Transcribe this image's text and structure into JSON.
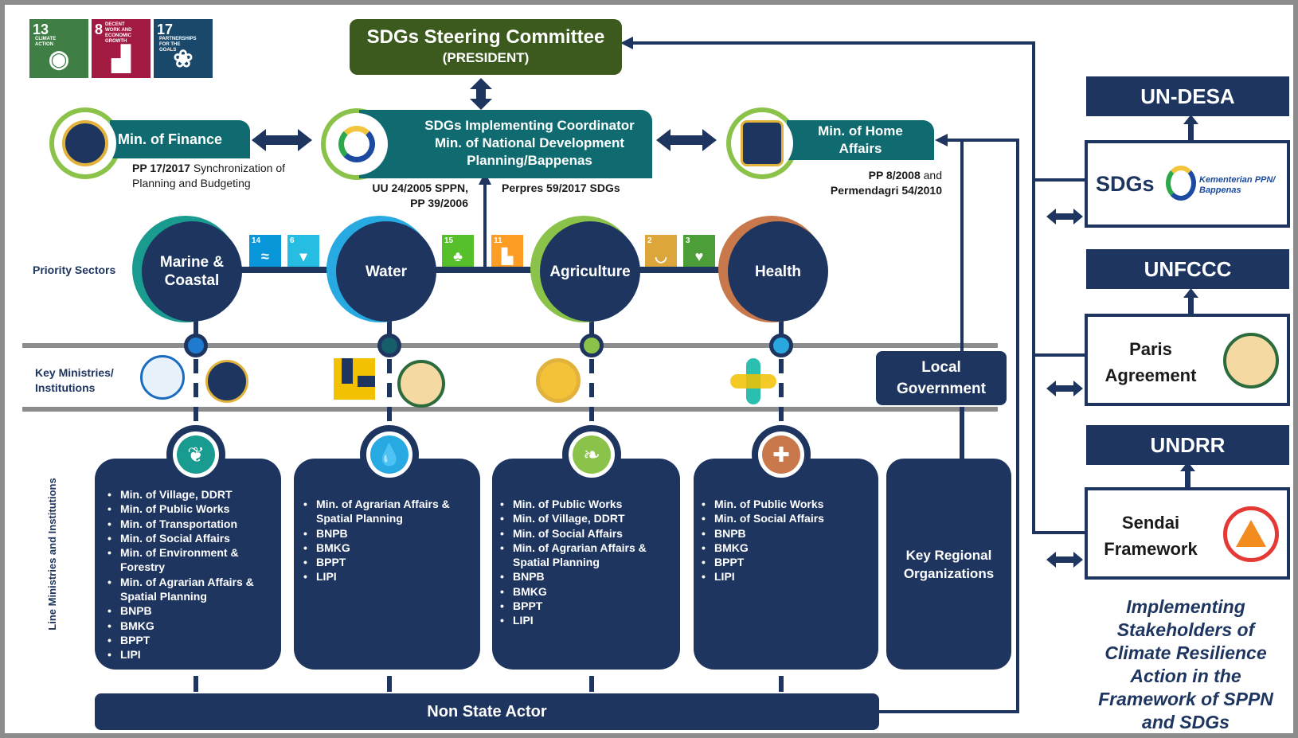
{
  "sdg_tiles": [
    {
      "num": "13",
      "title": "CLIMATE ACTION",
      "color": "#3f7e44",
      "icon": "eye-globe-icon"
    },
    {
      "num": "8",
      "title": "DECENT WORK AND ECONOMIC GROWTH",
      "color": "#a21942",
      "icon": "growth-chart-icon"
    },
    {
      "num": "17",
      "title": "PARTNERSHIPS FOR THE GOALS",
      "color": "#19486a",
      "icon": "flower-rings-icon"
    }
  ],
  "steering": {
    "title": "SDGs Steering Committee",
    "subtitle": "(PRESIDENT)",
    "color": "#3d5a1e"
  },
  "coordinator": {
    "line1": "SDGs Implementing Coordinator",
    "line2": "Min. of National Development",
    "line3": "Planning/Bappenas"
  },
  "finance": {
    "label": "Min. of Finance",
    "ref_bold": "PP 17/2017",
    "ref_rest": "Synchronization of",
    "ref_line2": "Planning and Budgeting"
  },
  "home": {
    "line1": "Min. of Home",
    "line2": "Affairs",
    "ref_bold": "PP 8/2008",
    "ref_rest": "and",
    "ref_line2": "Permendagri 54/2010"
  },
  "laws": {
    "uu_line1": "UU 24/2005 SPPN,",
    "uu_line2": "PP 39/2006",
    "perpres": "Perpres 59/2017 SDGs"
  },
  "labels": {
    "priority": "Priority Sectors",
    "key_line1": "Key Ministries/",
    "key_line2": "Institutions",
    "line_ministries": "Line Ministries and Institutions"
  },
  "sectors": [
    {
      "line1": "Marine &",
      "line2": "Coastal",
      "ring": "#1a9b8f",
      "dot": "#1f7bd0"
    },
    {
      "line1": "Water",
      "line2": "",
      "ring": "#27aae1",
      "dot": "#155e6a"
    },
    {
      "line1": "Agriculture",
      "line2": "",
      "ring": "#8bc34a",
      "dot": "#8bc34a"
    },
    {
      "line1": "Health",
      "line2": "",
      "ring": "#c8784a",
      "dot": "#29a8e0"
    }
  ],
  "mini_sdgs": [
    {
      "num": "14",
      "color": "#0a97d9",
      "icon": "fish-icon"
    },
    {
      "num": "6",
      "color": "#26bde2",
      "icon": "water-drop-icon"
    },
    {
      "num": "15",
      "color": "#56c02b",
      "icon": "tree-icon"
    },
    {
      "num": "11",
      "color": "#fd9d24",
      "icon": "city-icon"
    },
    {
      "num": "2",
      "color": "#dda63a",
      "icon": "bowl-icon"
    },
    {
      "num": "3",
      "color": "#4c9f38",
      "icon": "heartbeat-icon"
    }
  ],
  "local_gov": {
    "line1": "Local",
    "line2": "Government"
  },
  "regional": {
    "line1": "Key Regional",
    "line2": "Organizations"
  },
  "cards": [
    {
      "badge_color": "#1a9b8f",
      "icon": "coral-icon",
      "items": [
        "Min. of Village, DDRT",
        "Min. of Public Works",
        "Min. of Transportation",
        "Min. of Social Affairs",
        "Min. of Environment & Forestry",
        "Min. of Agrarian Affairs & Spatial Planning",
        "BNPB",
        "BMKG",
        "BPPT",
        "LIPI"
      ]
    },
    {
      "badge_color": "#27aae1",
      "icon": "water-drop-icon",
      "items": [
        "Min. of Agrarian Affairs & Spatial Planning",
        "BNPB",
        "BMKG",
        "BPPT",
        "LIPI"
      ]
    },
    {
      "badge_color": "#8bc34a",
      "icon": "wheat-icon",
      "items": [
        "Min. of Public Works",
        "Min. of Village, DDRT",
        "Min. of Social Affairs",
        "Min. of Agrarian Affairs & Spatial Planning",
        "BNPB",
        "BMKG",
        "BPPT",
        "LIPI"
      ]
    },
    {
      "badge_color": "#c8784a",
      "icon": "medical-cross-icon",
      "items": [
        "Min. of Public Works",
        "Min. of Social Affairs",
        "BNPB",
        "BMKG",
        "BPPT",
        "LIPI"
      ]
    }
  ],
  "non_state": "Non State Actor",
  "right": {
    "undesa": "UN-DESA",
    "sdgs": "SDGs",
    "bappenas_line1": "Kementerian PPN/",
    "bappenas_line2": "Bappenas",
    "unfccc": "UNFCCC",
    "paris_line1": "Paris",
    "paris_line2": "Agreement",
    "undrr": "UNDRR",
    "sendai_line1": "Sendai",
    "sendai_line2": "Framework",
    "caption": [
      "Implementing",
      "Stakeholders of",
      "Climate Resilience",
      "Action in the",
      "Framework of SPPN",
      "and SDGs"
    ]
  },
  "colors": {
    "navy": "#1e3560",
    "teal": "#0f6b70",
    "gray": "#8c8c8c"
  }
}
